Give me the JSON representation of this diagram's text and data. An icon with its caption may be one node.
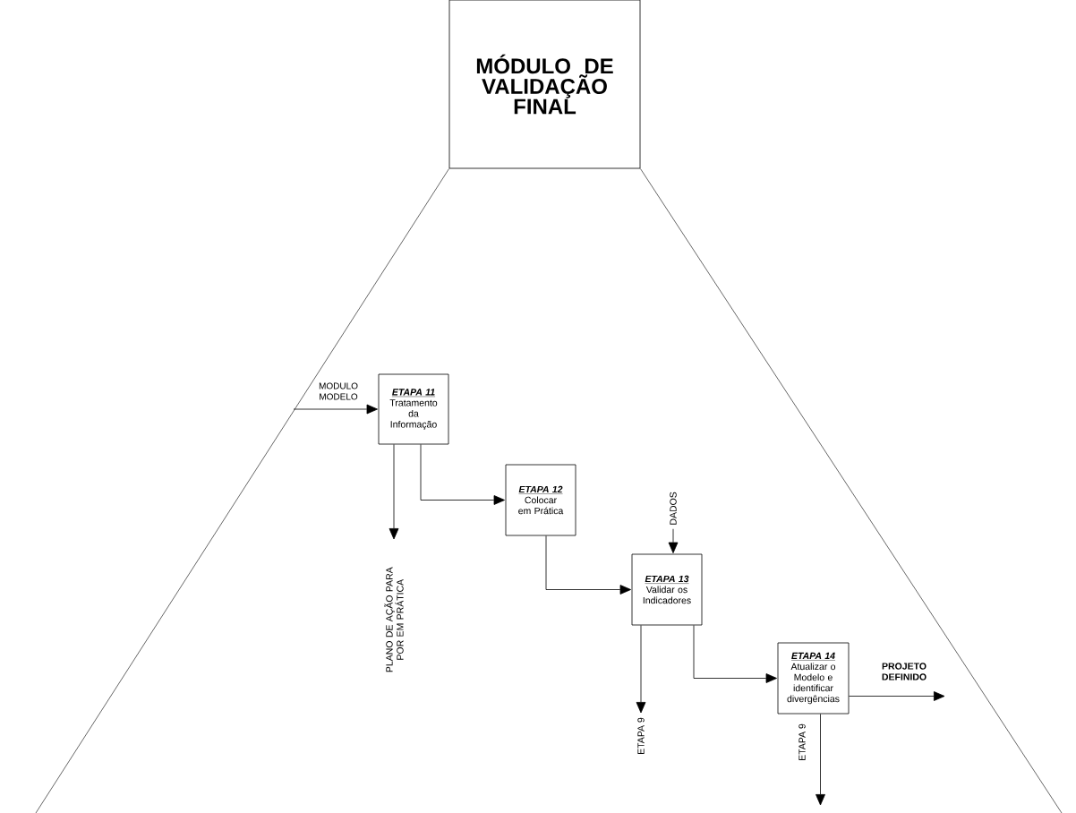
{
  "diagram": {
    "nodes": [
      {
        "text": [
          "MÓDULO DE VALIDAÇÃO FINAL"
        ]
      },
      {
        "text": [
          "ETAPA 11",
          "Tratamento da Informação"
        ]
      },
      {
        "text": [
          "ETAPA 12",
          "Colocar em Prática"
        ]
      },
      {
        "text": [
          "ETAPA 13",
          "Validar os Indicadores"
        ]
      },
      {
        "text": [
          "ETAPA 14",
          "Atualizar o Modelo e identificar divergências"
        ]
      },
      {
        "text": [
          "PLANO DE AÇÃO PARA POR EM PRÁTICA"
        ]
      },
      {
        "text": [
          "DADOS"
        ]
      },
      {
        "text": [
          "ETAPA 9"
        ]
      }
    ],
    "edges": [
      {
        "from": null,
        "to": 1,
        "arrow": "to",
        "label": "MODULO MODELO"
      },
      {
        "from": 1,
        "to": 2,
        "arrow": "to"
      },
      {
        "from": 1,
        "to": 5,
        "arrow": "to"
      },
      {
        "from": 2,
        "to": 3,
        "arrow": "to"
      },
      {
        "from": 6,
        "to": 3,
        "arrow": "to"
      },
      {
        "from": 3,
        "to": 7,
        "arrow": "to"
      },
      {
        "from": 3,
        "to": 4,
        "arrow": "to"
      },
      {
        "from": 4,
        "to": null,
        "arrow": "to",
        "label": "ETAPA 9"
      },
      {
        "from": 4,
        "to": null,
        "arrow": "to",
        "label": "PROJETO DEFINIDO"
      }
    ]
  }
}
